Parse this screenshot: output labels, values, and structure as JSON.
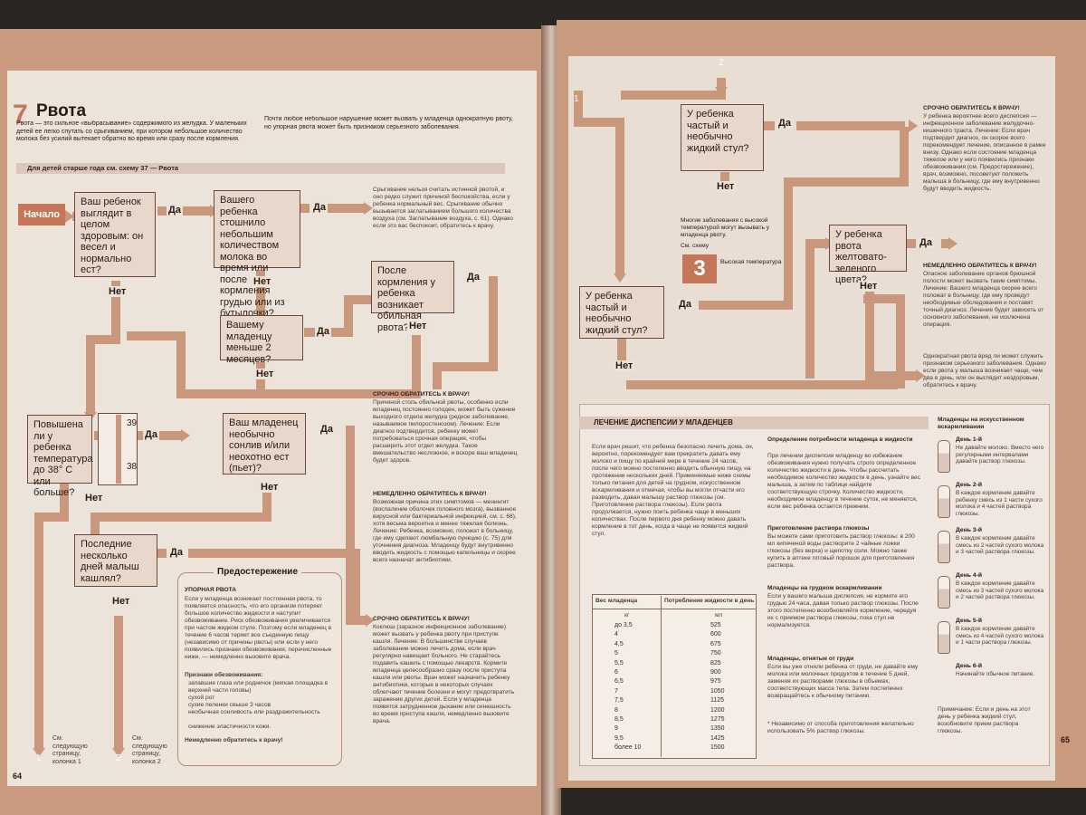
{
  "left": {
    "chapter_number": "7",
    "chapter_title": "Рвота",
    "intro_left": "Рвота — это сильное «выбрасывание» содержимого из желудка. У маленьких детей ее легко спутать со срыгиванием, при котором небольшое количество молока без усилий вытекает обратно во время или сразу после кормления.",
    "intro_right": "Почти любое небольшое нарушение может вызвать у младенца однократную рвоту, но упорная рвота может быть признаком серьезного заболевания.",
    "subtitle": "Для детей старше года см. схему 37 — Рвота",
    "start_label": "Начало",
    "q1": "Ваш ребенок выглядит в целом здоровым: он весел и нормально ест?",
    "q2": "Вашего ребенка стошнило небольшим количеством молока во время или после кормления грудью или из бутылочки?",
    "q3": "После кормления у ребенка возникает обильная рвота?",
    "q4": "Вашему младенцу меньше 2 месяцев?",
    "q5": "Повышена ли у ребенка температура до 38° С или больше?",
    "q6": "Ваш младенец необычно сонлив и/или неохотно ест (пьет)?",
    "q7": "Последние несколько дней малыш кашлял?",
    "yes": "Да",
    "no": "Нет",
    "thermo_top": "39",
    "thermo_bottom": "38",
    "note_spit_body": "Срыгивание нельзя считать истинной рвотой, и оно редко служит причиной беспокойства, если у ребенка нормальный вес. Срыгивание обычно вызывается заглатыванием большого количества воздуха (см. Заглатывание воздуха, с. 61). Однако если это вас беспокоит, обратитесь к врачу.",
    "note_urgent1_head": "СРОЧНО ОБРАТИТЕСЬ К ВРАЧУ!",
    "note_urgent1_body": "Причиной столь обильной рвоты, особенно если младенец постоянно голоден, может быть сужение выходного отдела желудка (редкое заболевание, называемое пилоростенозом). Лечение: Если диагноз подтвердится, ребенку может потребоваться срочная операция, чтобы расширить этот отдел желудка. Такое вмешательство несложное, и вскоре ваш младенец будет здоров.",
    "note_immediate_head": "НЕМЕДЛЕННО ОБРАТИТЕСЬ К ВРАЧУ!",
    "note_immediate_body": "Возможная причина этих симптомов — менингит (воспаление оболочек головного мозга), вызванное вирусной или бактериальной инфекцией, см. с. 68), хотя весьма вероятна и менее тяжелая болезнь. Лечение: Ребенка, возможно, положат в больницу, где ему сделают люмбальную пункцию (с. 75) для уточнения диагноза. Младенцу будут внутривенно вводить жидкость с помощью капельницы и скорее всего назначат антибиотики.",
    "note_urgent2_head": "СРОЧНО ОБРАТИТЕСЬ К ВРАЧУ!",
    "note_urgent2_body": "Коклюш (заразное инфекционное заболевание) может вызвать у ребенка рвоту при приступе кашля. Лечение: В большинстве случаев заболевание можно лечить дома, если врач регулярно навещает больного. Не старайтесь подавить кашель с помощью лекарств. Кормите младенца целесообразно сразу после приступа кашля или рвоты. Врач может назначить ребенку антибиотики, которые в некоторых случаях облегчают течение болезни и могут предотвратить заражение других детей. Если у младенца появятся затрудненное дыхание или синюшность во время приступа кашля, немедленно вызовите врача.",
    "caution_title": "Предостережение",
    "caution_sub": "УПОРНАЯ РВОТА",
    "caution_body": "Если у младенца возникает постоянная рвота, то появляется опасность, что его организм потеряет большое количество жидкости и наступит обезвоживание. Риск обезвоживания увеличивается при частом жидком стуле. Поэтому если младенец в течение 6 часов теряет все съеденную пищу (независимо от причины рвоты) или если у него появились признаки обезвоживания, перечисленные ниже, — немедленно вызовите врача.",
    "caution_signs_head": "Признаки обезвоживания:",
    "caution_signs": [
      "запавшие глаза или родничок (мягкая площадка в верхней части головы)",
      "сухой рот",
      "сухие пеленки свыше 3 часов",
      "необычная сонливость или раздражительность",
      "снижение эластичности кожи."
    ],
    "caution_footer": "Немедленно обратитесь к врачу!",
    "exit1": "См. следующую страницу, колонка 1",
    "exit2": "См. следующую страницу, колонка 2",
    "exit1_num": "1",
    "exit2_num": "2",
    "page_number": "64"
  },
  "right": {
    "col1_num": "1",
    "col2_num": "2",
    "r_q1": "У ребенка частый и необычно жидкий стул?",
    "r_q2": "У ребенка частый и необычно жидкий стул?",
    "r_q3": "У ребенка рвота желтовато-зеленого цвета?",
    "yes": "Да",
    "no": "Нет",
    "fever_note": "Многие заболевания с высокой температурой могут вызывать у младенца рвоту.",
    "see_scheme": "См. схему",
    "scheme_num": "3",
    "scheme_name": "Высокая температура",
    "urgent_head": "СРОЧНО ОБРАТИТЕСЬ К ВРАЧУ!",
    "urgent_body": "У ребенка вероятнее всего диспепсия — инфекционное заболевание желудочно-кишечного тракта. Лечение: Если врач подтвердит диагноз, он скорее всего порекомендует лечение, описанное в рамке внизу. Однако если состояние младенца тяжелое или у него появились признаки обезвоживания (см. Предостережение), врач, возможно, посоветует положить малыша в больницу, где ему внутривенно будут вводить жидкость.",
    "immediate_head": "НЕМЕДЛЕННО ОБРАТИТЕСЬ К ВРАЧУ!",
    "immediate_body": "Опасное заболевание органов брюшной полости может вызвать такие симптомы. Лечение: Вашего младенца скорее всего положат в больницу, где ему проведут необходимые обследования и поставят точный диагноз. Лечение будет зависеть от основного заболевания, не исключена операция.",
    "single_vomit": "Однократная рвота вряд ли может служить признаком серьезного заболевания. Однако если рвота у малыша возникает чаще, чем два в день, или он выглядит нездоровым, обратитесь к врачу.",
    "treat_title": "ЛЕЧЕНИЕ ДИСПЕПСИИ У МЛАДЕНЦЕВ",
    "treat_intro": "Если врач решит, что ребенка безопасно лечить дома, он, вероятно, порекомендует вам прекратить давать ему молоко и пищу по крайней мере в течение 24 часов, после чего можно постепенно вводить обычную пищу, на протяжении нескольких дней. Применяемые ниже схемы только питания для детей на грудном, искусственном вскармливании и отмечая, чтобы вы могли отчасти его разводить, давая малышу раствор глюкозы (см. Приготовление раствора глюкозы). Если рвота продолжается, нужно поить ребенка чаще в меньших количествах. После первого дня ребенку можно давать кормление в тот день, когда в чаще не появится жидкий стул.",
    "need_head": "Определение потребности младенца в жидкости",
    "need_body": "При лечении диспепсии младенцу во избежание обезвоживания нужно получать строго определенное количество жидкости в день. Чтобы рассчитать необходимое количество жидкости в день, узнайте вес малыша, а затем по таблице найдите соответствующую строчку. Количество жидкости, необходимое младенцу в течение суток, не меняется, если вес ребенка остается прежним.",
    "glucose_head": "Приготовление раствора глюкозы",
    "glucose_body": "Вы можете сами приготовить раствор глюкозы: в 200 мл кипяченой воды растворите 2 чайные ложки глюкозы (без верха) и щепотку соли. Можно также купить в аптеке готовый порошок для приготовления раствора.",
    "breast_head": "Младенцы на грудном вскармливании",
    "breast_body": "Если у вашего малыша диспепсия, не кормите его грудью 24 часа, давая только раствор глюкозы. После этого постепенно возобновляйте кормление, чередуя их с приемом раствора глюкозы, пока стул не нормализуется.",
    "weaned_head": "Младенцы, отнятые от груди",
    "weaned_body": "Если вы уже отняли ребенка от груди, не давайте ему молока или молочных продуктов в течение 5 дней, заменяя их растворами глюкозы в объемах, соответствующих массе тела. Затем постепенно возвращайтесь к обычному питанию.",
    "table_col1": "Вес младенца",
    "table_col2": "Потребление жидкости в день",
    "table_unit1": "кг",
    "table_unit2": "мл",
    "table_rows": [
      [
        "до 3,5",
        "525"
      ],
      [
        "4",
        "600"
      ],
      [
        "4,5",
        "675"
      ],
      [
        "5",
        "750"
      ],
      [
        "5,5",
        "825"
      ],
      [
        "6",
        "900"
      ],
      [
        "6,5",
        "975"
      ],
      [
        "7",
        "1050"
      ],
      [
        "7,5",
        "1125"
      ],
      [
        "8",
        "1200"
      ],
      [
        "8,5",
        "1275"
      ],
      [
        "9",
        "1350"
      ],
      [
        "9,5",
        "1425"
      ],
      [
        "более 10",
        "1500"
      ]
    ],
    "footnote": "* Независимо от способа приготовления желательно использовать 5% раствор глюкозы.",
    "formula_head": "Младенцы на искусственном вскармливании",
    "days": [
      {
        "title": "День 1-й",
        "body": "Не давайте молоко. Вместо него регулярными интервалами давайте раствор глюкозы."
      },
      {
        "title": "День 2-й",
        "body": "В каждое кормление давайте ребенку смесь из 1 части сухого молока и 4 частей раствора глюкозы."
      },
      {
        "title": "День 3-й",
        "body": "В каждое кормление давайте смесь из 2 частей сухого молока и 3 частей раствора глюкозы."
      },
      {
        "title": "День 4-й",
        "body": "В каждое кормление давайте смесь из 3 частей сухого молока и 2 частей раствора глюкозы."
      },
      {
        "title": "День 5-й",
        "body": "В каждое кормление давайте смесь из 4 частей сухого молока и 1 части раствора глюкозы."
      },
      {
        "title": "День 6-й",
        "body": "Начинайте обычное питание."
      }
    ],
    "formula_note": "Примечание: Если и день на этот день у ребенка жидкий стул, возобновите прием раствора глюкозы.",
    "page_number": "65"
  }
}
